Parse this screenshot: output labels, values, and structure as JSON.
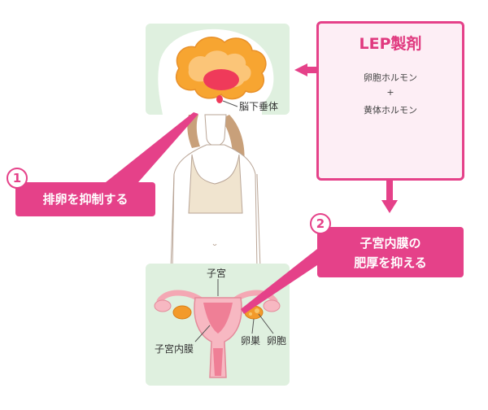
{
  "lep_box": {
    "title": "LEP製剤",
    "line1": "卵胞ホルモン",
    "plus": "+",
    "line2": "黄体ホルモン"
  },
  "callout1": {
    "number": "1",
    "text": "排卵を抑制する"
  },
  "callout2": {
    "number": "2",
    "text_line1": "子宮内膜の",
    "text_line2": "肥厚を抑える"
  },
  "brain_panel": {
    "label_pituitary": "脳下垂体"
  },
  "uterus_panel": {
    "label_uterus": "子宮",
    "label_endometrium": "子宮内膜",
    "label_ovary": "卵巣",
    "label_follicle": "卵胞"
  },
  "colors": {
    "accent_pink": "#e54189",
    "panel_green": "#dff0df",
    "brain_orange": "#f7a531",
    "brain_red": "#ef3a5a"
  }
}
